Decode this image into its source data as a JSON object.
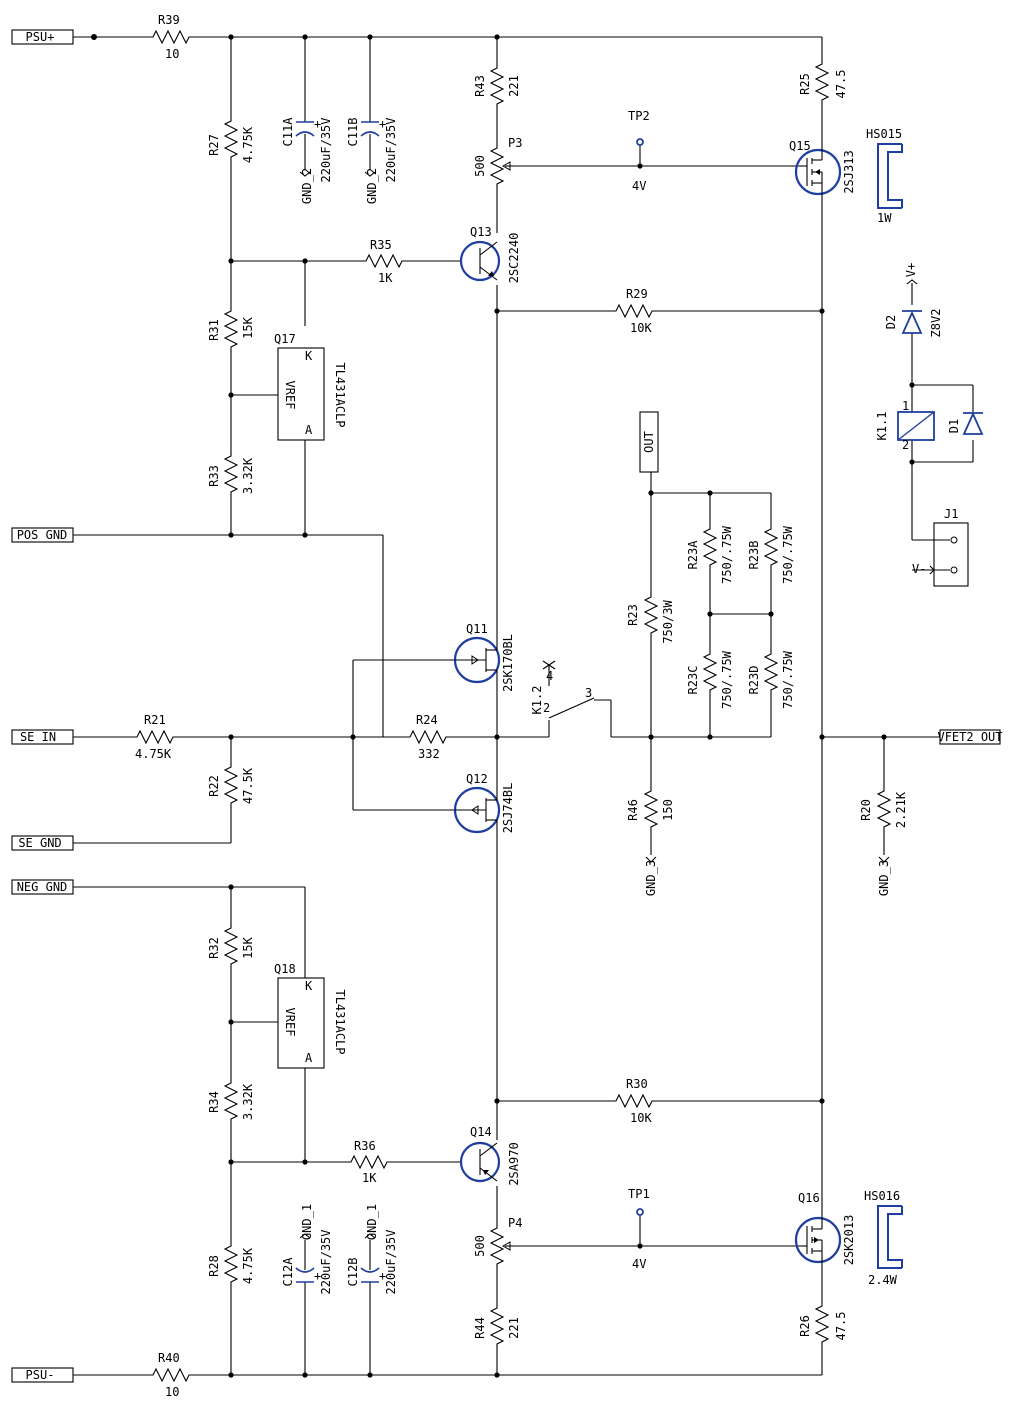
{
  "ports": {
    "psu_pos": "PSU+",
    "psu_neg": "PSU-",
    "pos_gnd": "POS GND",
    "neg_gnd": "NEG GND",
    "se_in": "SE IN",
    "se_gnd": "SE GND",
    "out": "OUT",
    "vfet2_out": "VFET2 OUT"
  },
  "resistors": {
    "R39": {
      "ref": "R39",
      "value": "10"
    },
    "R40": {
      "ref": "R40",
      "value": "10"
    },
    "R27": {
      "ref": "R27",
      "value": "4.75K"
    },
    "R28": {
      "ref": "R28",
      "value": "4.75K"
    },
    "R31": {
      "ref": "R31",
      "value": "15K"
    },
    "R32": {
      "ref": "R32",
      "value": "15K"
    },
    "R33": {
      "ref": "R33",
      "value": "3.32K"
    },
    "R34": {
      "ref": "R34",
      "value": "3.32K"
    },
    "R35": {
      "ref": "R35",
      "value": "1K"
    },
    "R36": {
      "ref": "R36",
      "value": "1K"
    },
    "R43": {
      "ref": "R43",
      "value": "221"
    },
    "R44": {
      "ref": "R44",
      "value": "221"
    },
    "R25": {
      "ref": "R25",
      "value": "47.5"
    },
    "R26": {
      "ref": "R26",
      "value": "47.5"
    },
    "R29": {
      "ref": "R29",
      "value": "10K"
    },
    "R30": {
      "ref": "R30",
      "value": "10K"
    },
    "R21": {
      "ref": "R21",
      "value": "4.75K"
    },
    "R22": {
      "ref": "R22",
      "value": "47.5K"
    },
    "R24": {
      "ref": "R24",
      "value": "332"
    },
    "R23": {
      "ref": "R23",
      "value": "750/3W"
    },
    "R23A": {
      "ref": "R23A",
      "value": "750/.75W"
    },
    "R23B": {
      "ref": "R23B",
      "value": "750/.75W"
    },
    "R23C": {
      "ref": "R23C",
      "value": "750/.75W"
    },
    "R23D": {
      "ref": "R23D",
      "value": "750/.75W"
    },
    "R46": {
      "ref": "R46",
      "value": "150"
    },
    "R20": {
      "ref": "R20",
      "value": "2.21K"
    }
  },
  "pots": {
    "P3": {
      "ref": "P3",
      "value": "500"
    },
    "P4": {
      "ref": "P4",
      "value": "500"
    }
  },
  "capacitors": {
    "C11A": {
      "ref": "C11A",
      "value": "220uF/35V",
      "gnd": "GND_2"
    },
    "C11B": {
      "ref": "C11B",
      "value": "220uF/35V",
      "gnd": "GND_2"
    },
    "C12A": {
      "ref": "C12A",
      "value": "220uF/35V",
      "gnd": "GND_1"
    },
    "C12B": {
      "ref": "C12B",
      "value": "220uF/35V",
      "gnd": "GND_1"
    }
  },
  "transistors": {
    "Q13": {
      "ref": "Q13",
      "part": "2SC2240"
    },
    "Q14": {
      "ref": "Q14",
      "part": "2SA970"
    },
    "Q11": {
      "ref": "Q11",
      "part": "2SK170BL"
    },
    "Q12": {
      "ref": "Q12",
      "part": "2SJ74BL"
    },
    "Q15": {
      "ref": "Q15",
      "part": "2SJ313"
    },
    "Q16": {
      "ref": "Q16",
      "part": "2SK2013"
    }
  },
  "regulators": {
    "Q17": {
      "ref": "Q17",
      "part": "TL431ACLP",
      "inner": "VREF",
      "pin_k": "K",
      "pin_a": "A"
    },
    "Q18": {
      "ref": "Q18",
      "part": "TL431ACLP",
      "inner": "VREF",
      "pin_k": "K",
      "pin_a": "A"
    }
  },
  "heatsinks": {
    "HS015": {
      "ref": "HS015",
      "rating": "1W"
    },
    "HS016": {
      "ref": "HS016",
      "rating": "2.4W"
    }
  },
  "testpoints": {
    "TP2": {
      "ref": "TP2",
      "voltage": "4V"
    },
    "TP1": {
      "ref": "TP1",
      "voltage": "4V"
    }
  },
  "grounds": {
    "gnd3_a": "GND_3",
    "gnd3_b": "GND_3"
  },
  "relay": {
    "contact": "K1.2",
    "pin2": "2",
    "pin3": "3",
    "pin4": "4",
    "coil": "K1.1",
    "coil_pin1": "1",
    "coil_pin2": "2"
  },
  "diodes": {
    "D2": {
      "ref": "D2",
      "part": "Z8V2"
    },
    "D1": {
      "ref": "D1"
    }
  },
  "connector": {
    "ref": "J1",
    "vplus": "V+",
    "vminus": "V-"
  }
}
